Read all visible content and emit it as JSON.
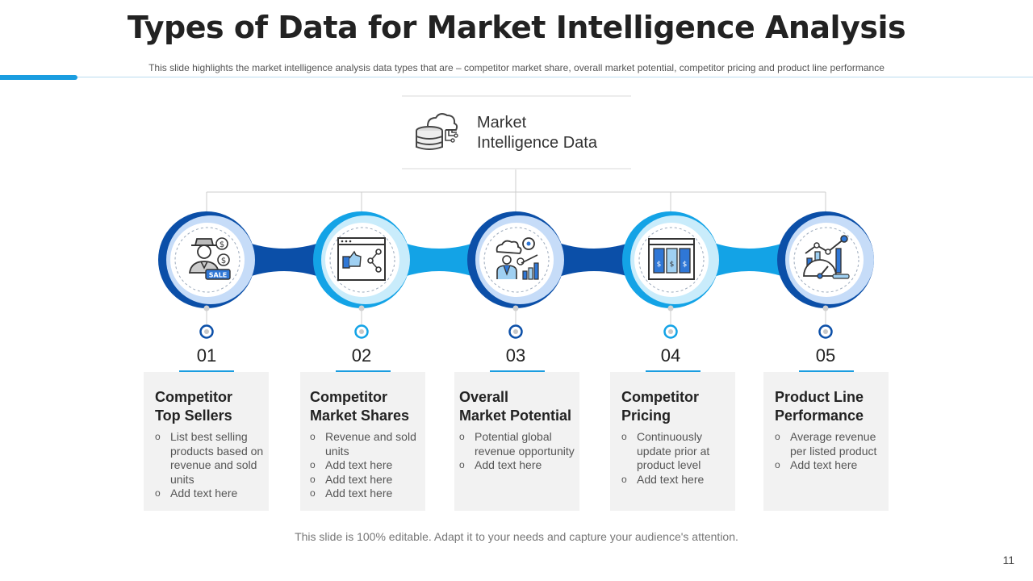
{
  "slide": {
    "title": "Types of Data for Market Intelligence Analysis",
    "subtitle": "This slide highlights the market intelligence analysis data types that are – competitor market share, overall  market potential, competitor pricing and product line performance",
    "footer": "This slide is 100% editable. Adapt it to your needs and capture your audience's attention.",
    "page_number": "11"
  },
  "hub": {
    "label_line1": "Market",
    "label_line2": "Intelligence  Data",
    "icon": "cloud-database-icon"
  },
  "colors": {
    "accent": "#1a9de0",
    "dark_blue": "#0b4fa8",
    "light_blue": "#13a3e6",
    "ring_light": "#c6dcf8",
    "card_bg": "#f2f2f2"
  },
  "items": [
    {
      "number": "01",
      "title_line1": "Competitor",
      "title_line2": "Top Sellers",
      "icon": "salesman-dollar-icon",
      "bullets": [
        "List best selling products based on revenue and sold units",
        "Add text here"
      ]
    },
    {
      "number": "02",
      "title_line1": "Competitor",
      "title_line2": "Market Shares",
      "icon": "browser-share-icon",
      "bullets": [
        "Revenue and sold units",
        "Add text here",
        "Add text here",
        "Add text here"
      ]
    },
    {
      "number": "03",
      "title_line1": "Overall",
      "title_line2": "Market Potential",
      "icon": "team-cloud-growth-icon",
      "bullets": [
        "Potential global revenue opportunity",
        "Add text here"
      ]
    },
    {
      "number": "04",
      "title_line1": "Competitor",
      "title_line2": "Pricing",
      "icon": "pricing-dashboard-icon",
      "bullets": [
        "Continuously update prior at product level",
        "Add text here"
      ]
    },
    {
      "number": "05",
      "title_line1": "Product Line",
      "title_line2": "Performance",
      "icon": "performance-chart-icon",
      "bullets": [
        "Average revenue per listed product",
        "Add text here"
      ]
    }
  ]
}
